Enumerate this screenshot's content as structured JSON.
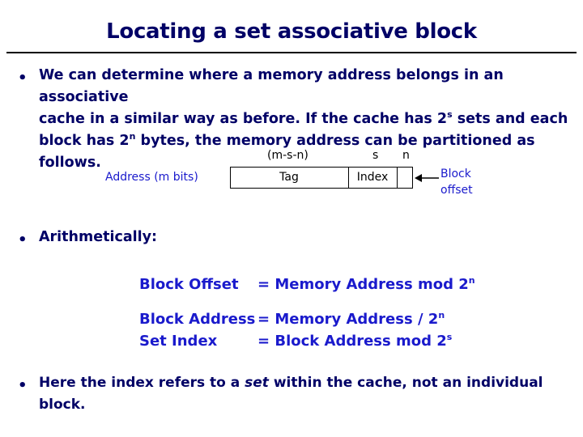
{
  "title": "Locating a set associative block",
  "bullet1": {
    "line1": "We can determine where a memory address belongs in an associative",
    "line2_pre": "cache in a similar way as before. If the cache has 2",
    "line2_sup": "s",
    "line2_post": " sets and each",
    "line3_pre": "block has 2",
    "line3_sup": "n",
    "line3_post": " bytes, the memory address can be partitioned as follows."
  },
  "diagram": {
    "address_label": "Address (m bits)",
    "width_tag": "(m-s-n)",
    "width_index": "s",
    "width_offset": "n",
    "field_tag": "Tag",
    "field_index": "Index",
    "offset_line1": "Block",
    "offset_line2": "offset"
  },
  "bullet2": {
    "text": "Arithmetically:"
  },
  "equations": [
    {
      "lhs": "Block Offset",
      "rhs_pre": "= Memory Address mod 2",
      "rhs_sup": "n"
    },
    {
      "lhs": "Block Address",
      "rhs_pre": "= Memory Address / 2",
      "rhs_sup": "n"
    },
    {
      "lhs": "Set Index",
      "rhs_pre": "= Block Address mod 2",
      "rhs_sup": "s"
    }
  ],
  "bullet3": {
    "pre": "Here the index refers to a ",
    "em": "set",
    "post": " within the cache, not an individual block."
  }
}
